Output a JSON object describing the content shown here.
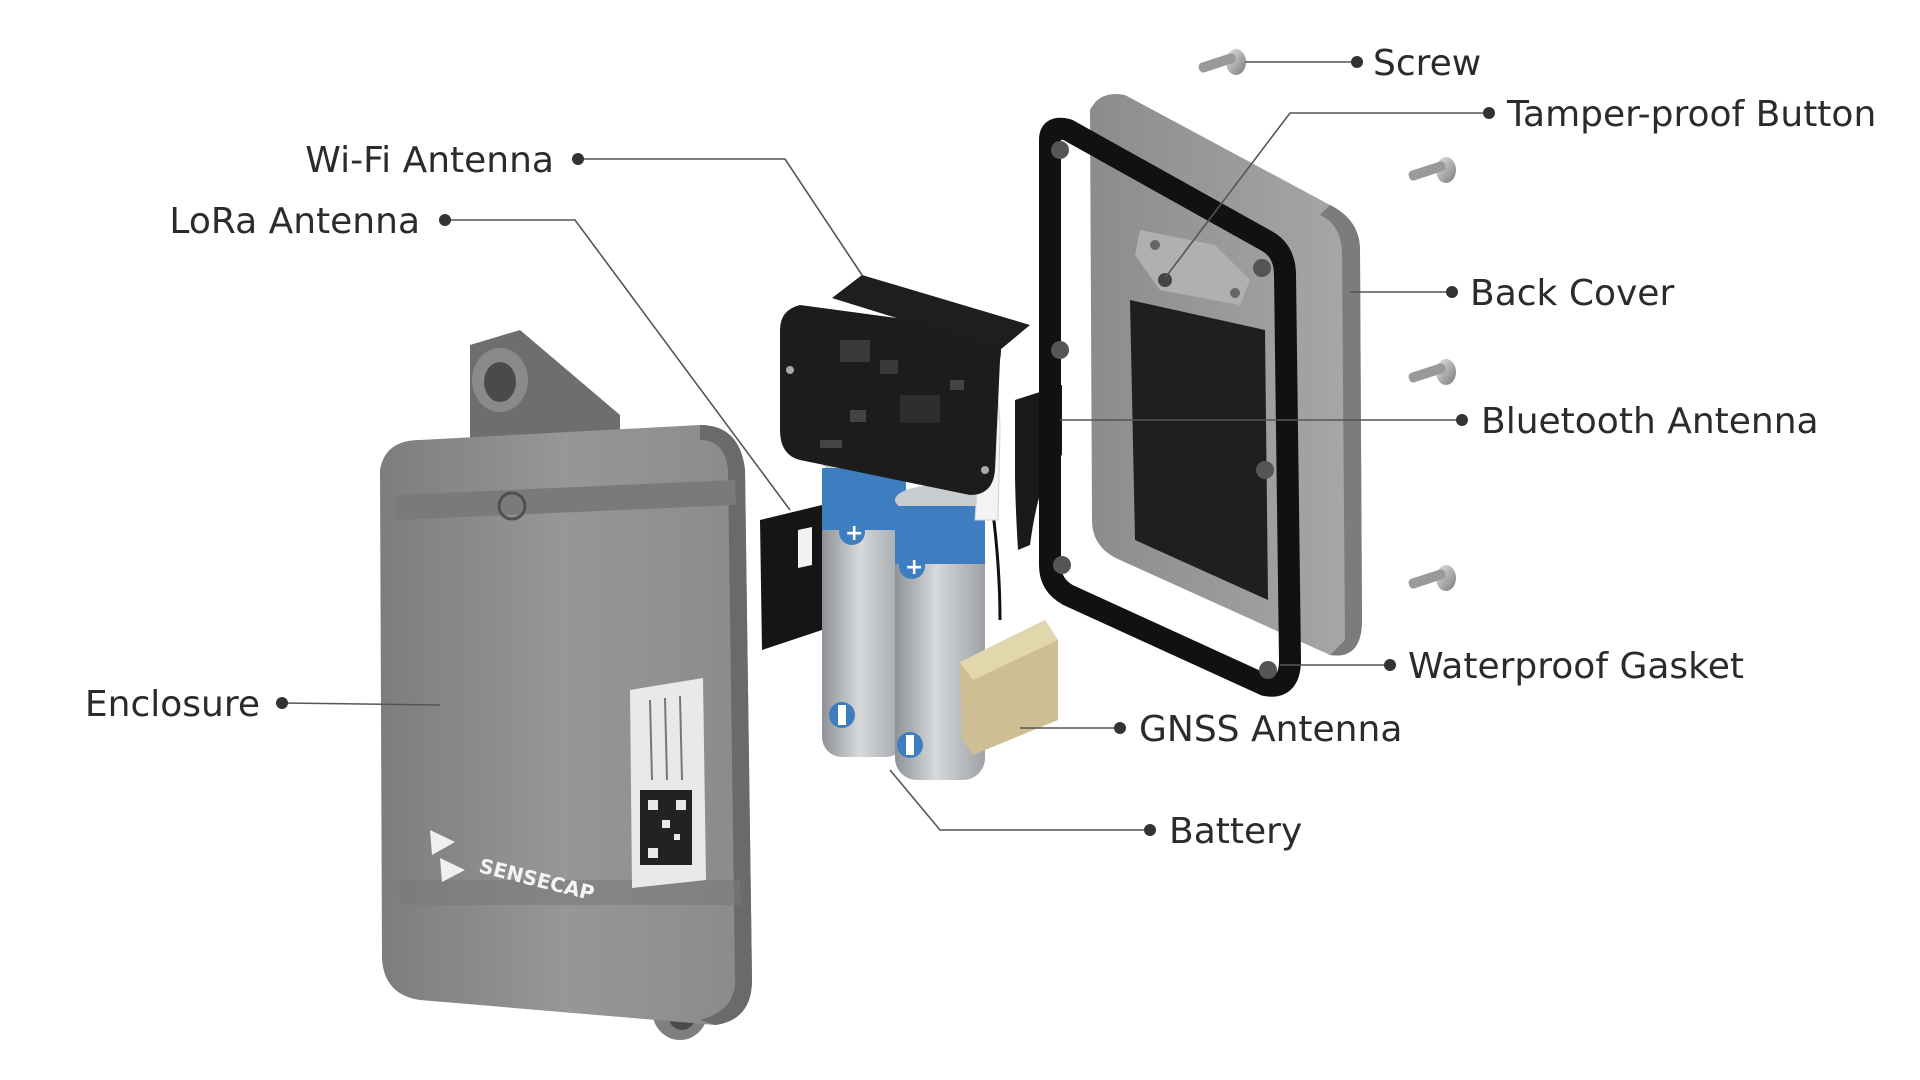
{
  "colors": {
    "enclosure": "#8f8f8f",
    "enclosure_dark": "#6f6f6f",
    "pcb": "#1c1c1c",
    "battery_silver": "#b9bcbf",
    "battery_blue": "#3e7dc0",
    "gnss_patch": "#d8cba0",
    "gasket": "#111111",
    "back_cover": "#9a9a9a",
    "text": "#2b2b2b"
  },
  "labels": {
    "screw": "Screw",
    "tamper_button": "Tamper-proof Button",
    "wifi_antenna": "Wi-Fi Antenna",
    "lora_antenna": "LoRa Antenna",
    "back_cover": "Back Cover",
    "bluetooth_antenna": "Bluetooth Antenna",
    "enclosure": "Enclosure",
    "waterproof_gasket": "Waterproof Gasket",
    "gnss_antenna": "GNSS Antenna",
    "battery": "Battery"
  },
  "brand": {
    "logo_text": "SENSECAP"
  },
  "icons": [
    "screw-icon",
    "qr-code-icon",
    "sensecap-logo-icon"
  ]
}
